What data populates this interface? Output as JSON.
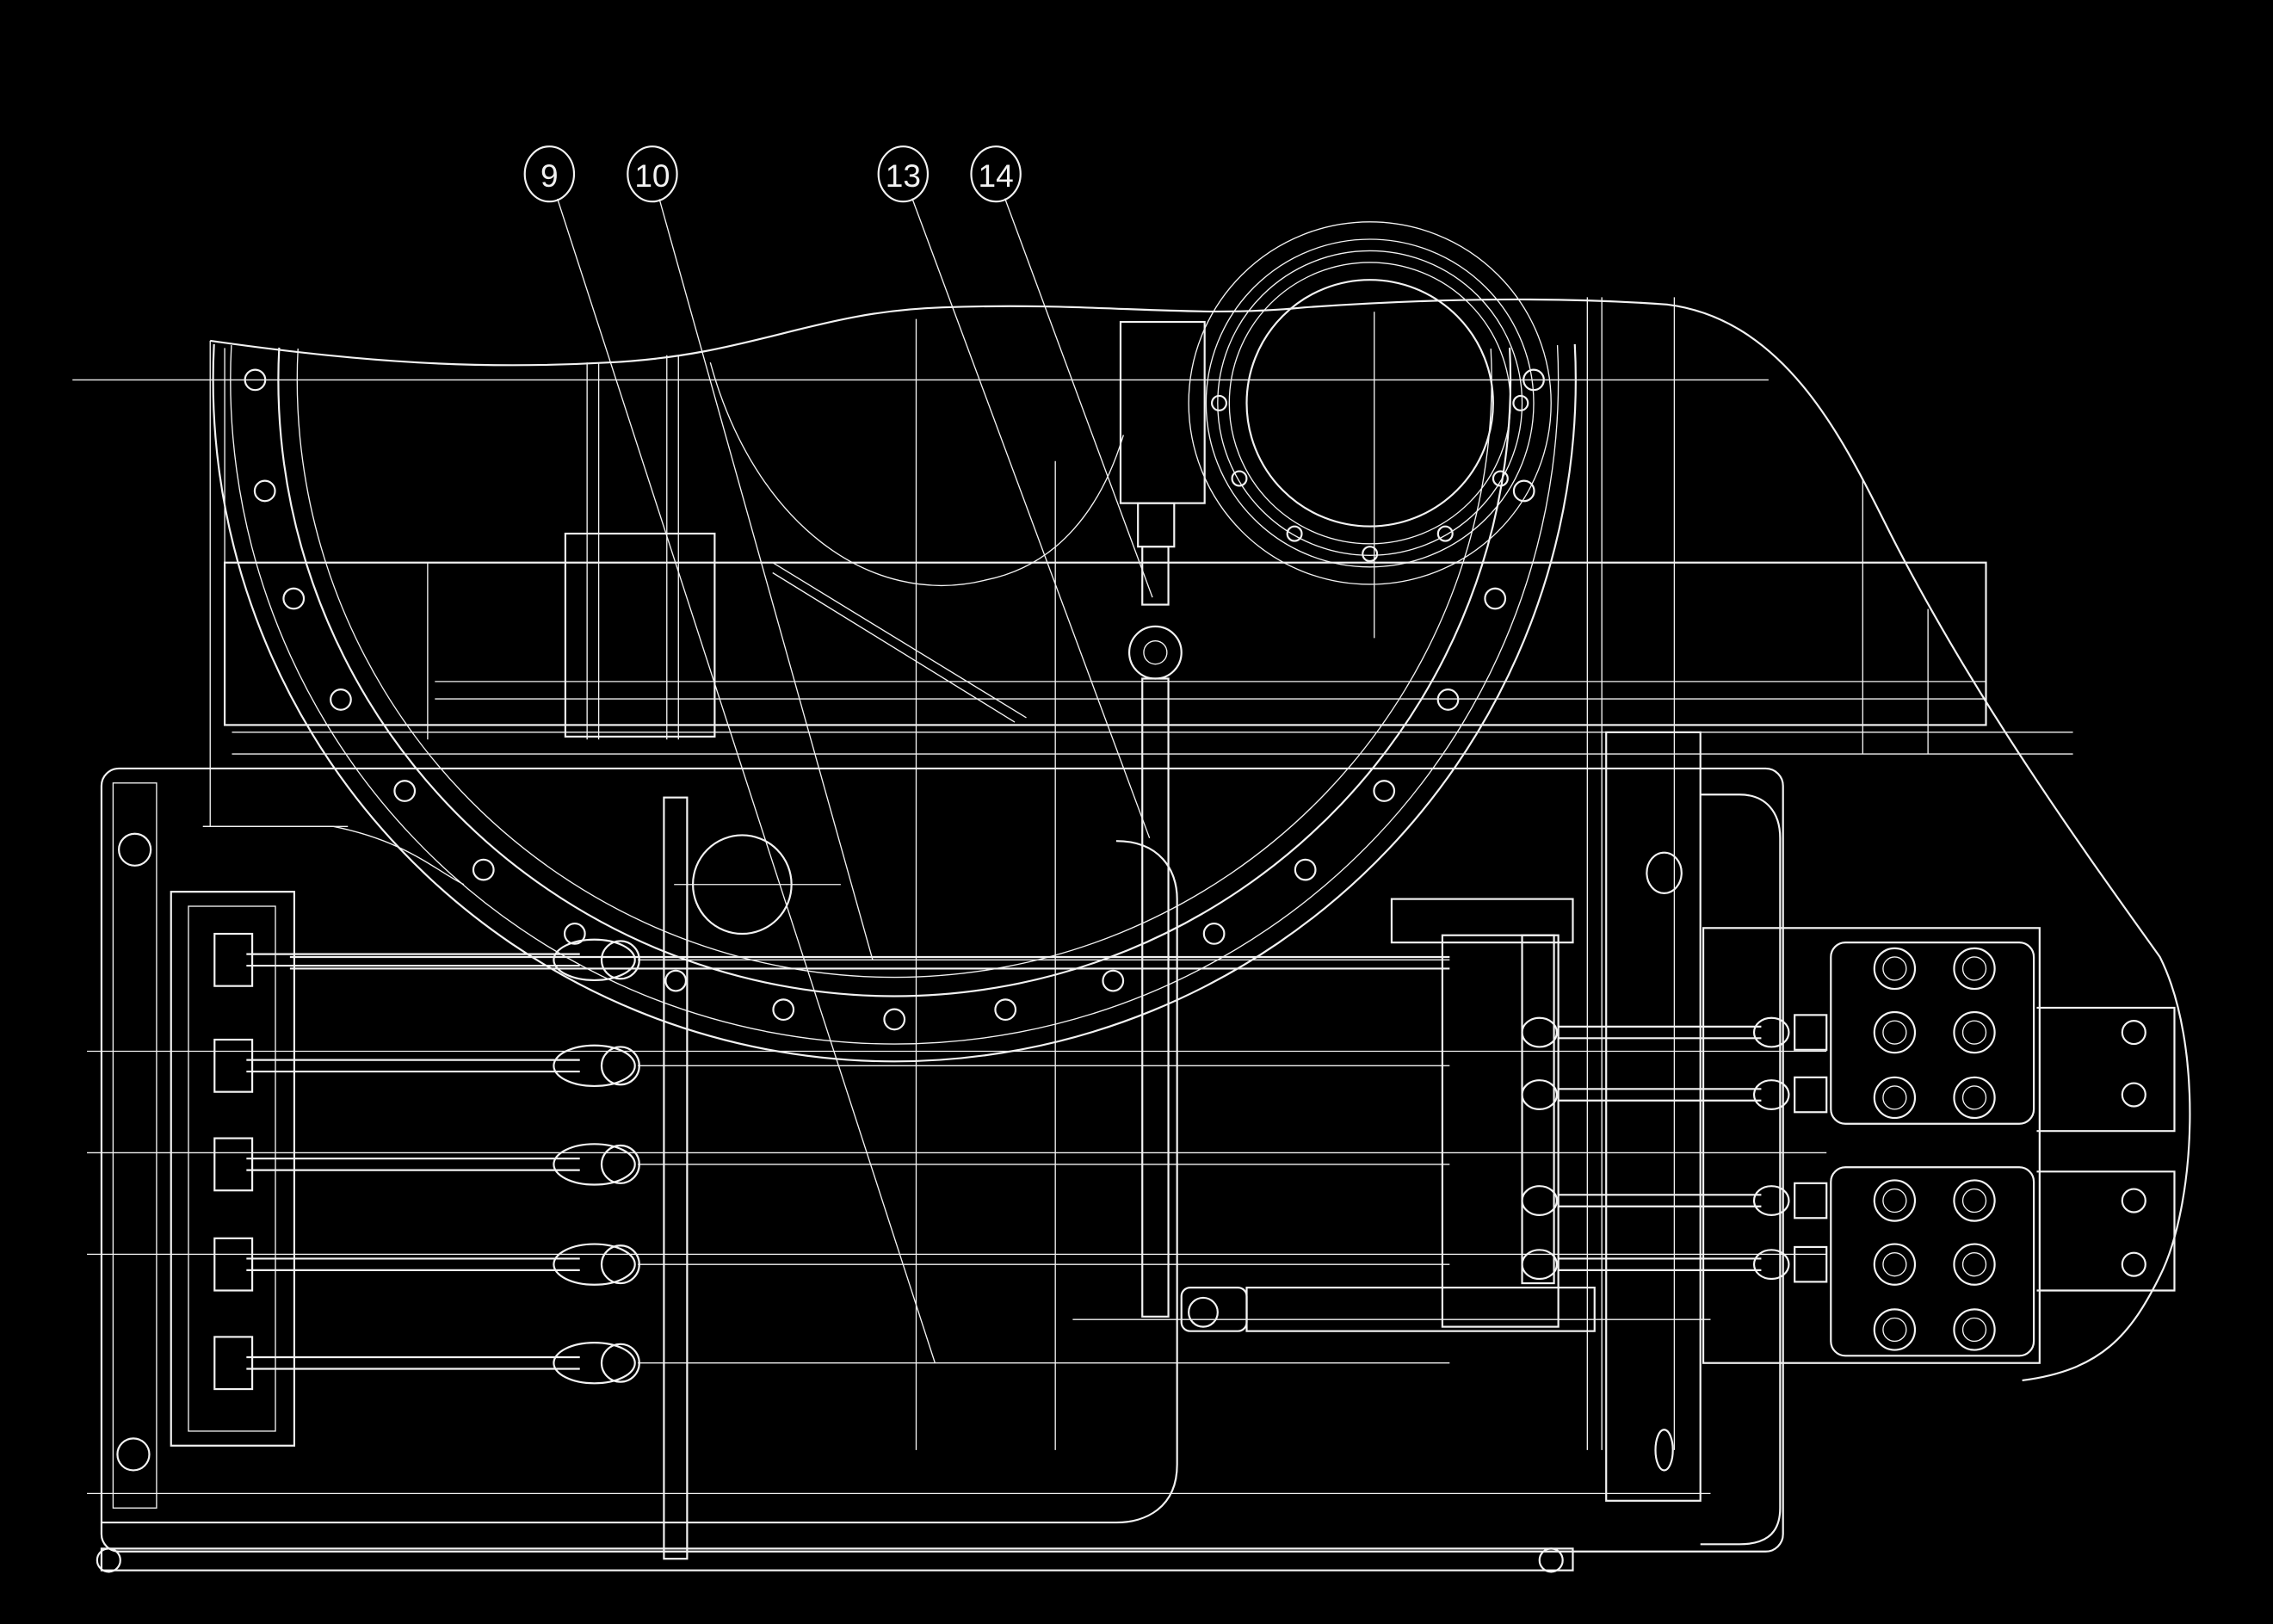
{
  "drawing": {
    "background": "#000000",
    "line_color": "#f2f2f2",
    "callouts": [
      {
        "label": "9"
      },
      {
        "label": "10"
      },
      {
        "label": "13"
      },
      {
        "label": "14"
      }
    ]
  }
}
